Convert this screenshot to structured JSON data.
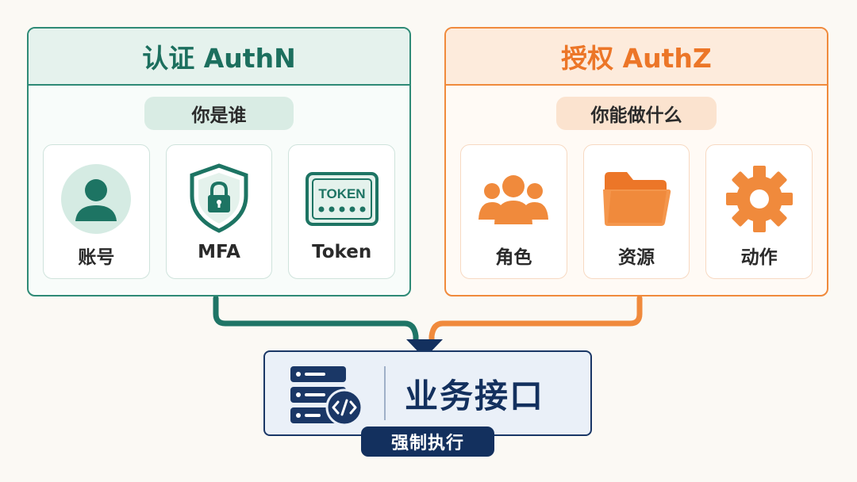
{
  "authn": {
    "title": "认证 AuthN",
    "subtitle": "你是谁",
    "items": [
      {
        "label": "账号",
        "icon": "user-icon"
      },
      {
        "label": "MFA",
        "icon": "shield-lock-icon"
      },
      {
        "label": "Token",
        "icon": "token-icon",
        "icon_text": "TOKEN"
      }
    ],
    "color": "#2e8a76"
  },
  "authz": {
    "title": "授权 AuthZ",
    "subtitle": "你能做什么",
    "items": [
      {
        "label": "角色",
        "icon": "group-icon"
      },
      {
        "label": "资源",
        "icon": "folder-icon"
      },
      {
        "label": "动作",
        "icon": "gear-icon"
      }
    ],
    "color": "#f08a3c"
  },
  "api": {
    "title": "业务接口",
    "badge": "强制执行",
    "icon": "server-code-icon",
    "color": "#13305e"
  }
}
